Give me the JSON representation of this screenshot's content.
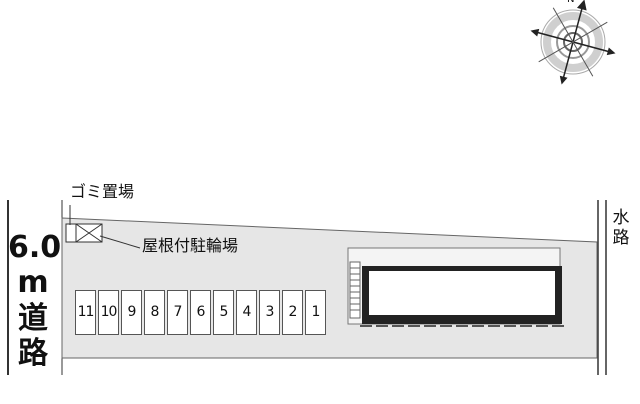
{
  "road_left": {
    "line1": "6.0",
    "line2": "m",
    "line3": "道",
    "line4": "路"
  },
  "road_right": {
    "line1": "水",
    "line2": "路"
  },
  "labels": {
    "garbage": "ゴミ置場",
    "bike_parking": "屋根付駐輪場"
  },
  "parking_slots": [
    "11",
    "10",
    "9",
    "8",
    "7",
    "6",
    "5",
    "4",
    "3",
    "2",
    "1"
  ],
  "compass": {
    "north_marker": "N"
  },
  "colors": {
    "lot_fill": "#e6e6e6",
    "building_outline": "#222222",
    "line": "#333333"
  }
}
